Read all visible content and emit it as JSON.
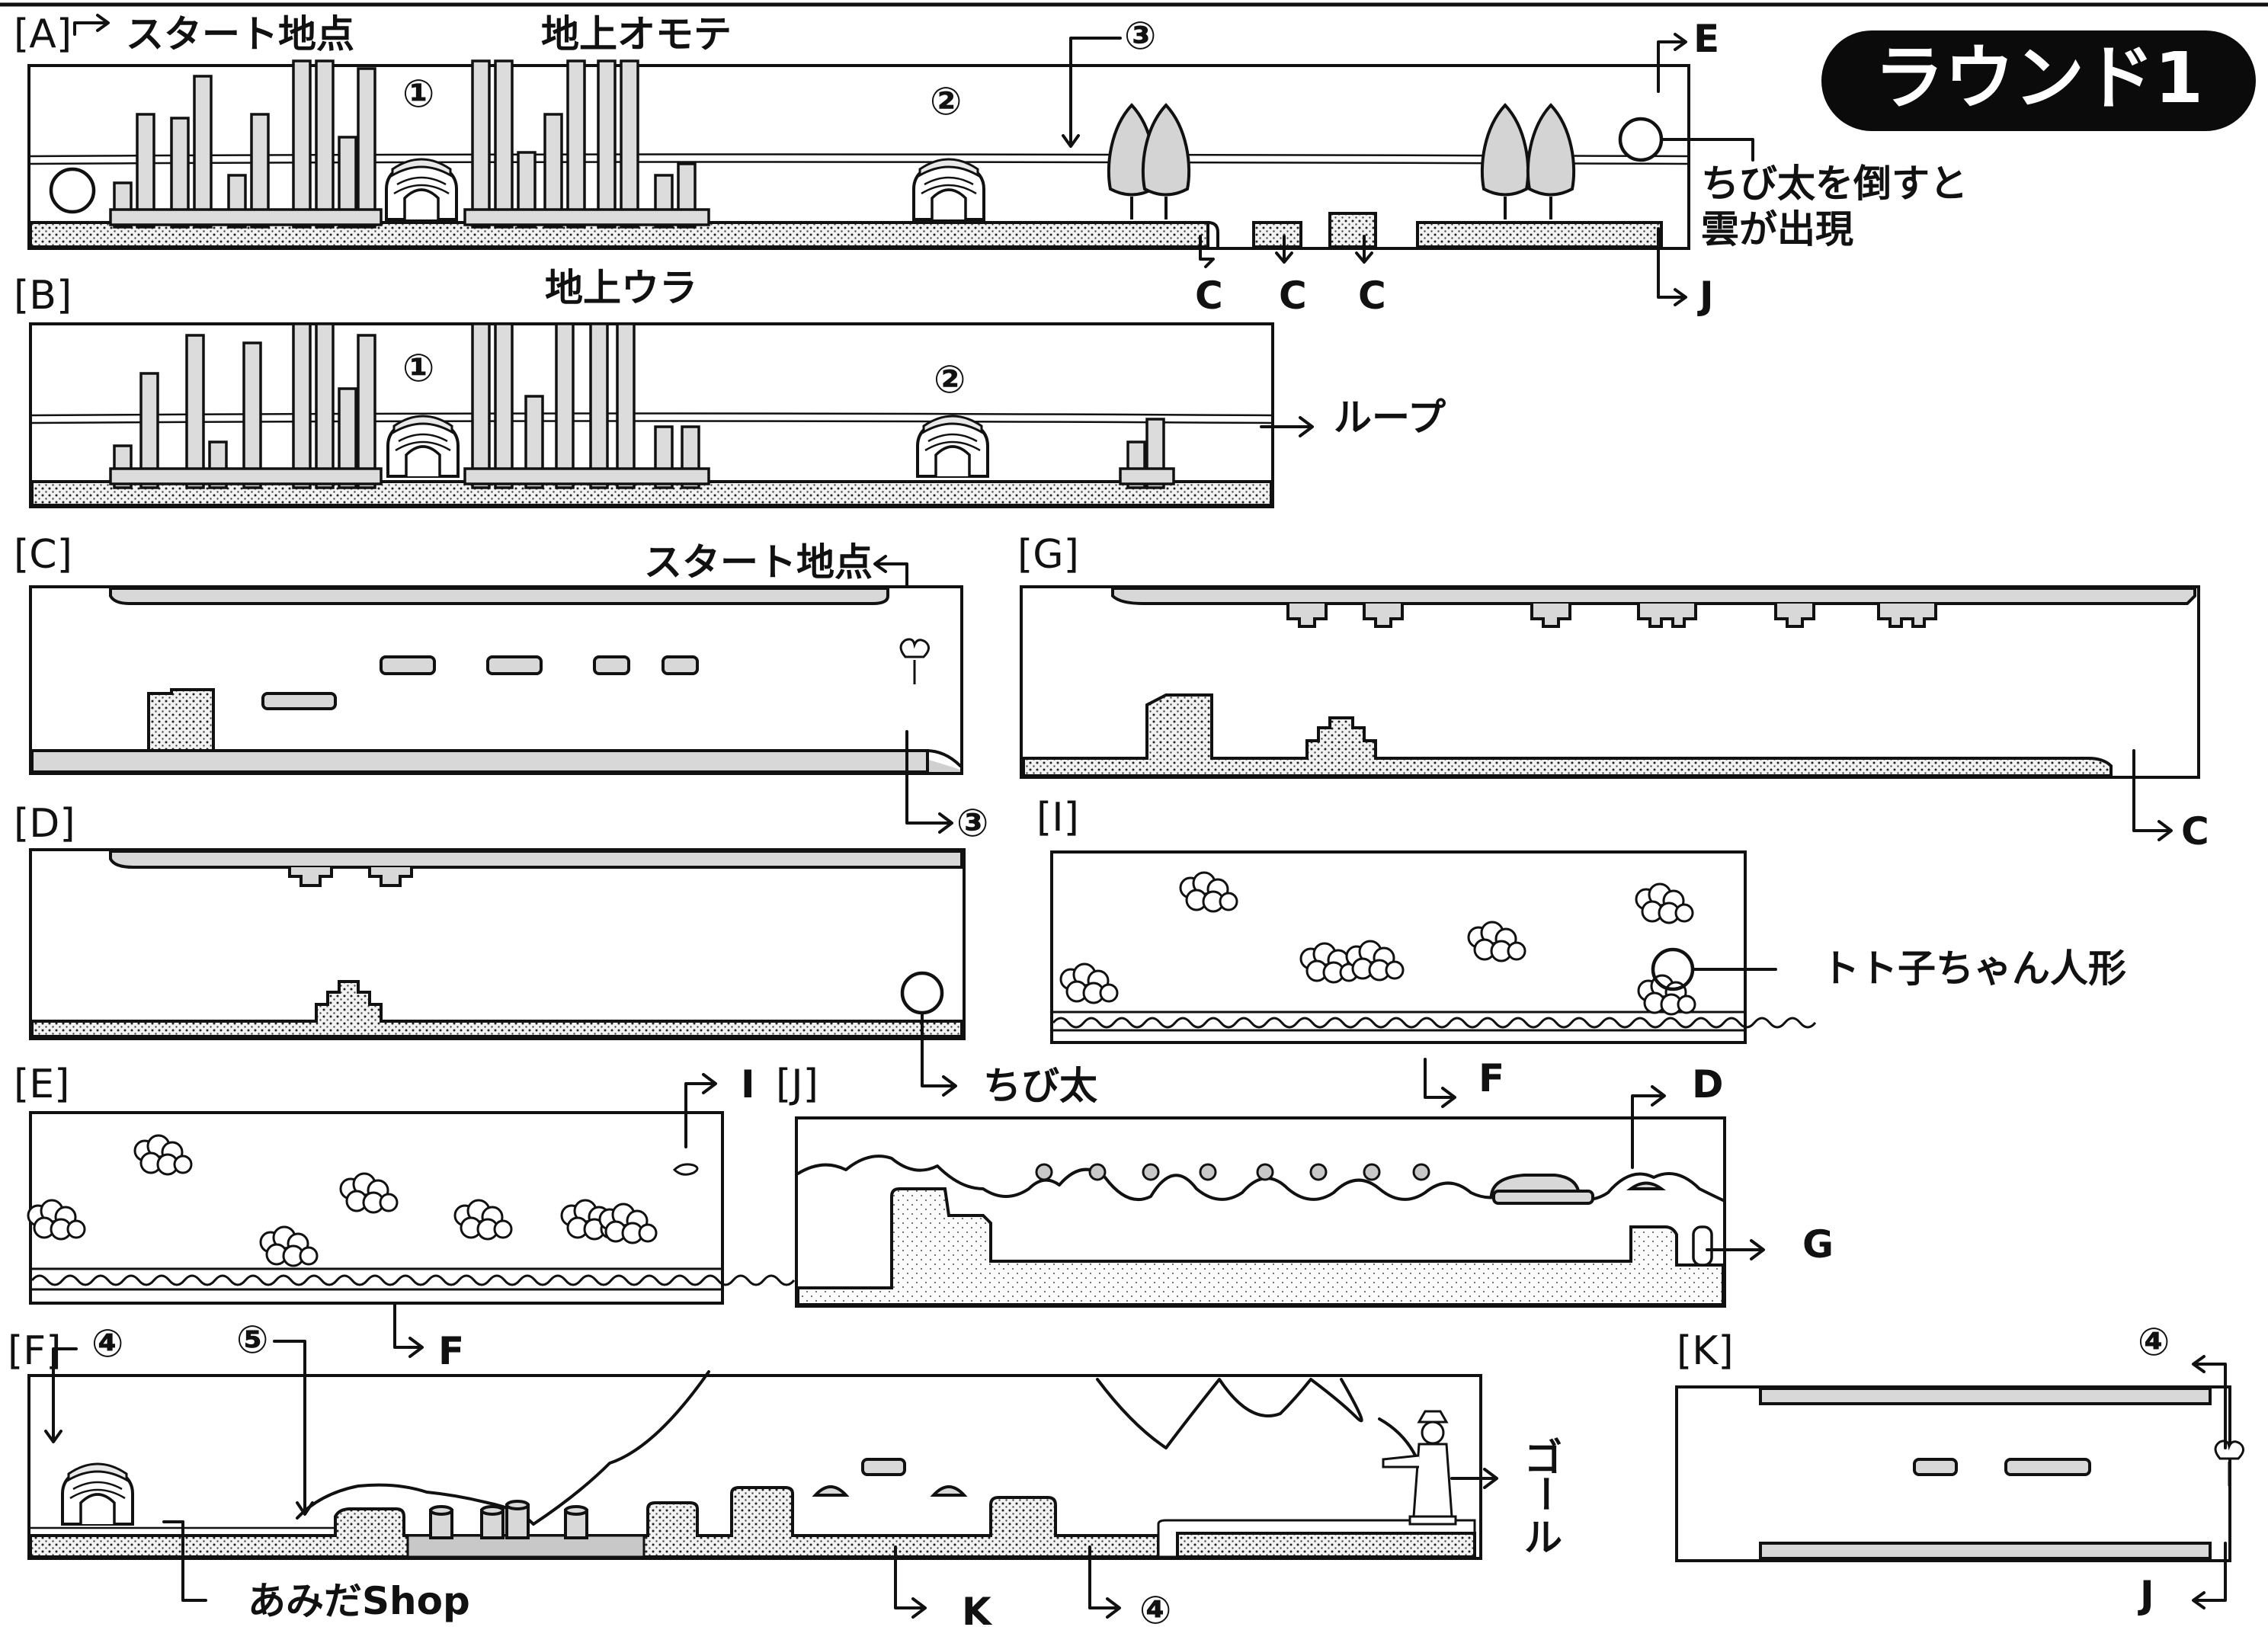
{
  "round_title": "ラウンド1",
  "sections": {
    "A": {
      "id": "[A]",
      "title": "地上オモテ",
      "start": "スタート地点",
      "label_1": "①",
      "label_2": "②",
      "label_3": "③",
      "exit_e": "E",
      "exit_j": "J",
      "exit_c": [
        "C",
        "C",
        "C"
      ],
      "note": [
        "ちび太を倒すと",
        "雲が出現"
      ]
    },
    "B": {
      "id": "[B]",
      "title": "地上ウラ",
      "label_1": "①",
      "label_2": "②",
      "loop": "ループ"
    },
    "C": {
      "id": "[C]",
      "start": "スタート地点",
      "exit": "③"
    },
    "D": {
      "id": "[D]",
      "exit": "ちび太"
    },
    "E": {
      "id": "[E]",
      "exit_i": "I",
      "exit_f": "F"
    },
    "F": {
      "id": "[F]",
      "label_4": "④",
      "label_5": "⑤",
      "shop": "あみだShop",
      "goal": [
        "ゴ",
        "ー",
        "ル"
      ],
      "exit_k": "K",
      "exit_4": "④"
    },
    "G": {
      "id": "[G]",
      "exit": "C"
    },
    "I": {
      "id": "[I]",
      "doll": "トト子ちゃん人形",
      "exit": "F"
    },
    "J": {
      "id": "[J]",
      "exit_d": "D",
      "exit_g": "G"
    },
    "K": {
      "id": "[K]",
      "top": "④",
      "bottom": "J"
    }
  }
}
